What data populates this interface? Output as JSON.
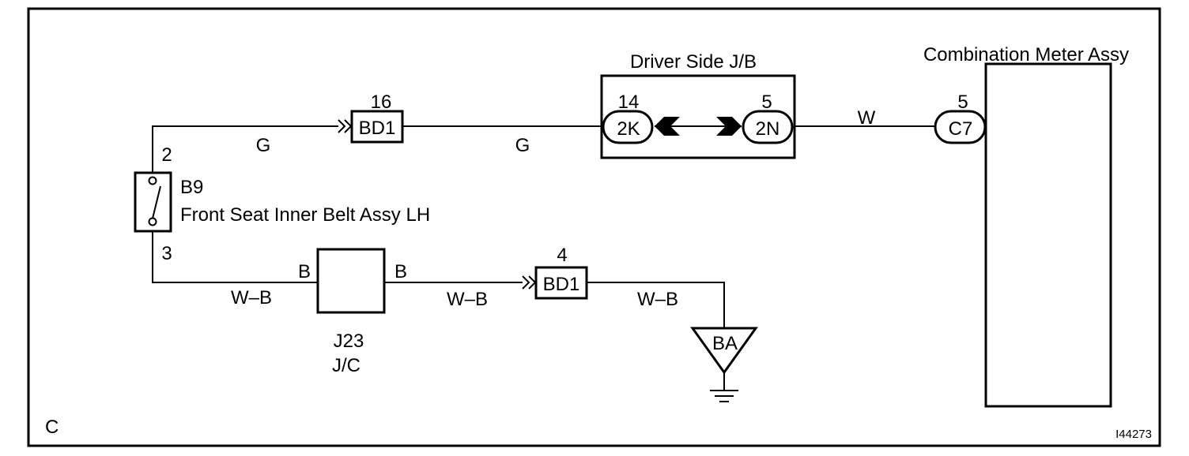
{
  "diagram": {
    "section_letter": "C",
    "figure_id": "I44273",
    "components": {
      "seat_belt_switch": {
        "code": "B9",
        "name": "Front Seat Inner Belt Assy LH",
        "pin_top": "2",
        "pin_bottom": "3"
      },
      "driver_jb": {
        "title": "Driver Side J/B",
        "left_connector": "2K",
        "left_pin": "14",
        "right_connector": "2N",
        "right_pin": "5"
      },
      "combination_meter": {
        "title": "Combination Meter Assy",
        "connector": "C7",
        "pin": "5"
      },
      "bd1_top": {
        "label": "BD1",
        "pin": "16"
      },
      "bd1_bottom": {
        "label": "BD1",
        "pin": "4"
      },
      "junction_connector": {
        "code": "J23",
        "type": "J/C",
        "left_terminal": "B",
        "right_terminal": "B"
      },
      "ground": {
        "label": "BA"
      }
    },
    "wires": {
      "g_left": "G",
      "g_mid": "G",
      "w_meter": "W",
      "wb_left": "W–B",
      "wb_mid": "W–B",
      "wb_right": "W–B"
    }
  }
}
